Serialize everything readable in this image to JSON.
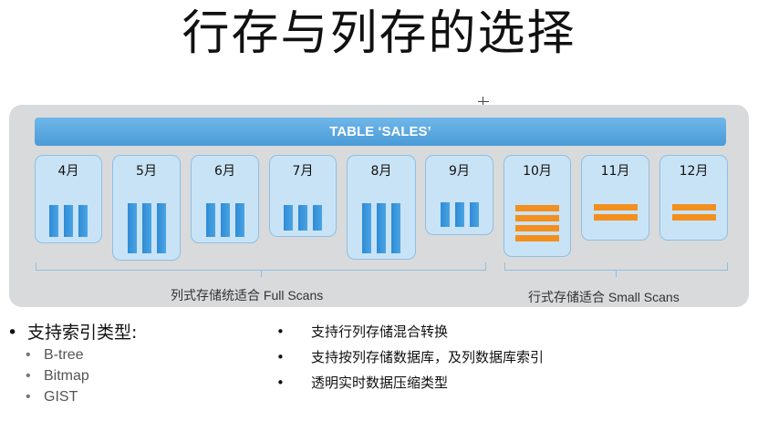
{
  "title": "行存与列存的选择",
  "table_label": "TABLE ‘SALES’",
  "months": [
    {
      "label": "4月",
      "format": "column"
    },
    {
      "label": "5月",
      "format": "column"
    },
    {
      "label": "6月",
      "format": "column"
    },
    {
      "label": "7月",
      "format": "column"
    },
    {
      "label": "8月",
      "format": "column"
    },
    {
      "label": "9月",
      "format": "column"
    },
    {
      "label": "10月",
      "format": "row"
    },
    {
      "label": "11月",
      "format": "row"
    },
    {
      "label": "12月",
      "format": "row"
    }
  ],
  "captions": {
    "column": "列式存储统适合 Full Scans",
    "row": "行式存储适合 Small Scans"
  },
  "left_list": {
    "heading": "支持索引类型:",
    "items": [
      "B-tree",
      "Bitmap",
      "GIST"
    ]
  },
  "right_list": [
    "支持行列存储混合转换",
    "支持按列存储数据库，及列数据库索引",
    "透明实时数据压缩类型"
  ],
  "colors": {
    "panel": "#d9dadb",
    "table_bar": "#4a9bd7",
    "column_bar": "#2e8bd6",
    "row_bar": "#f28f1e",
    "card": "#c9e3f6"
  }
}
